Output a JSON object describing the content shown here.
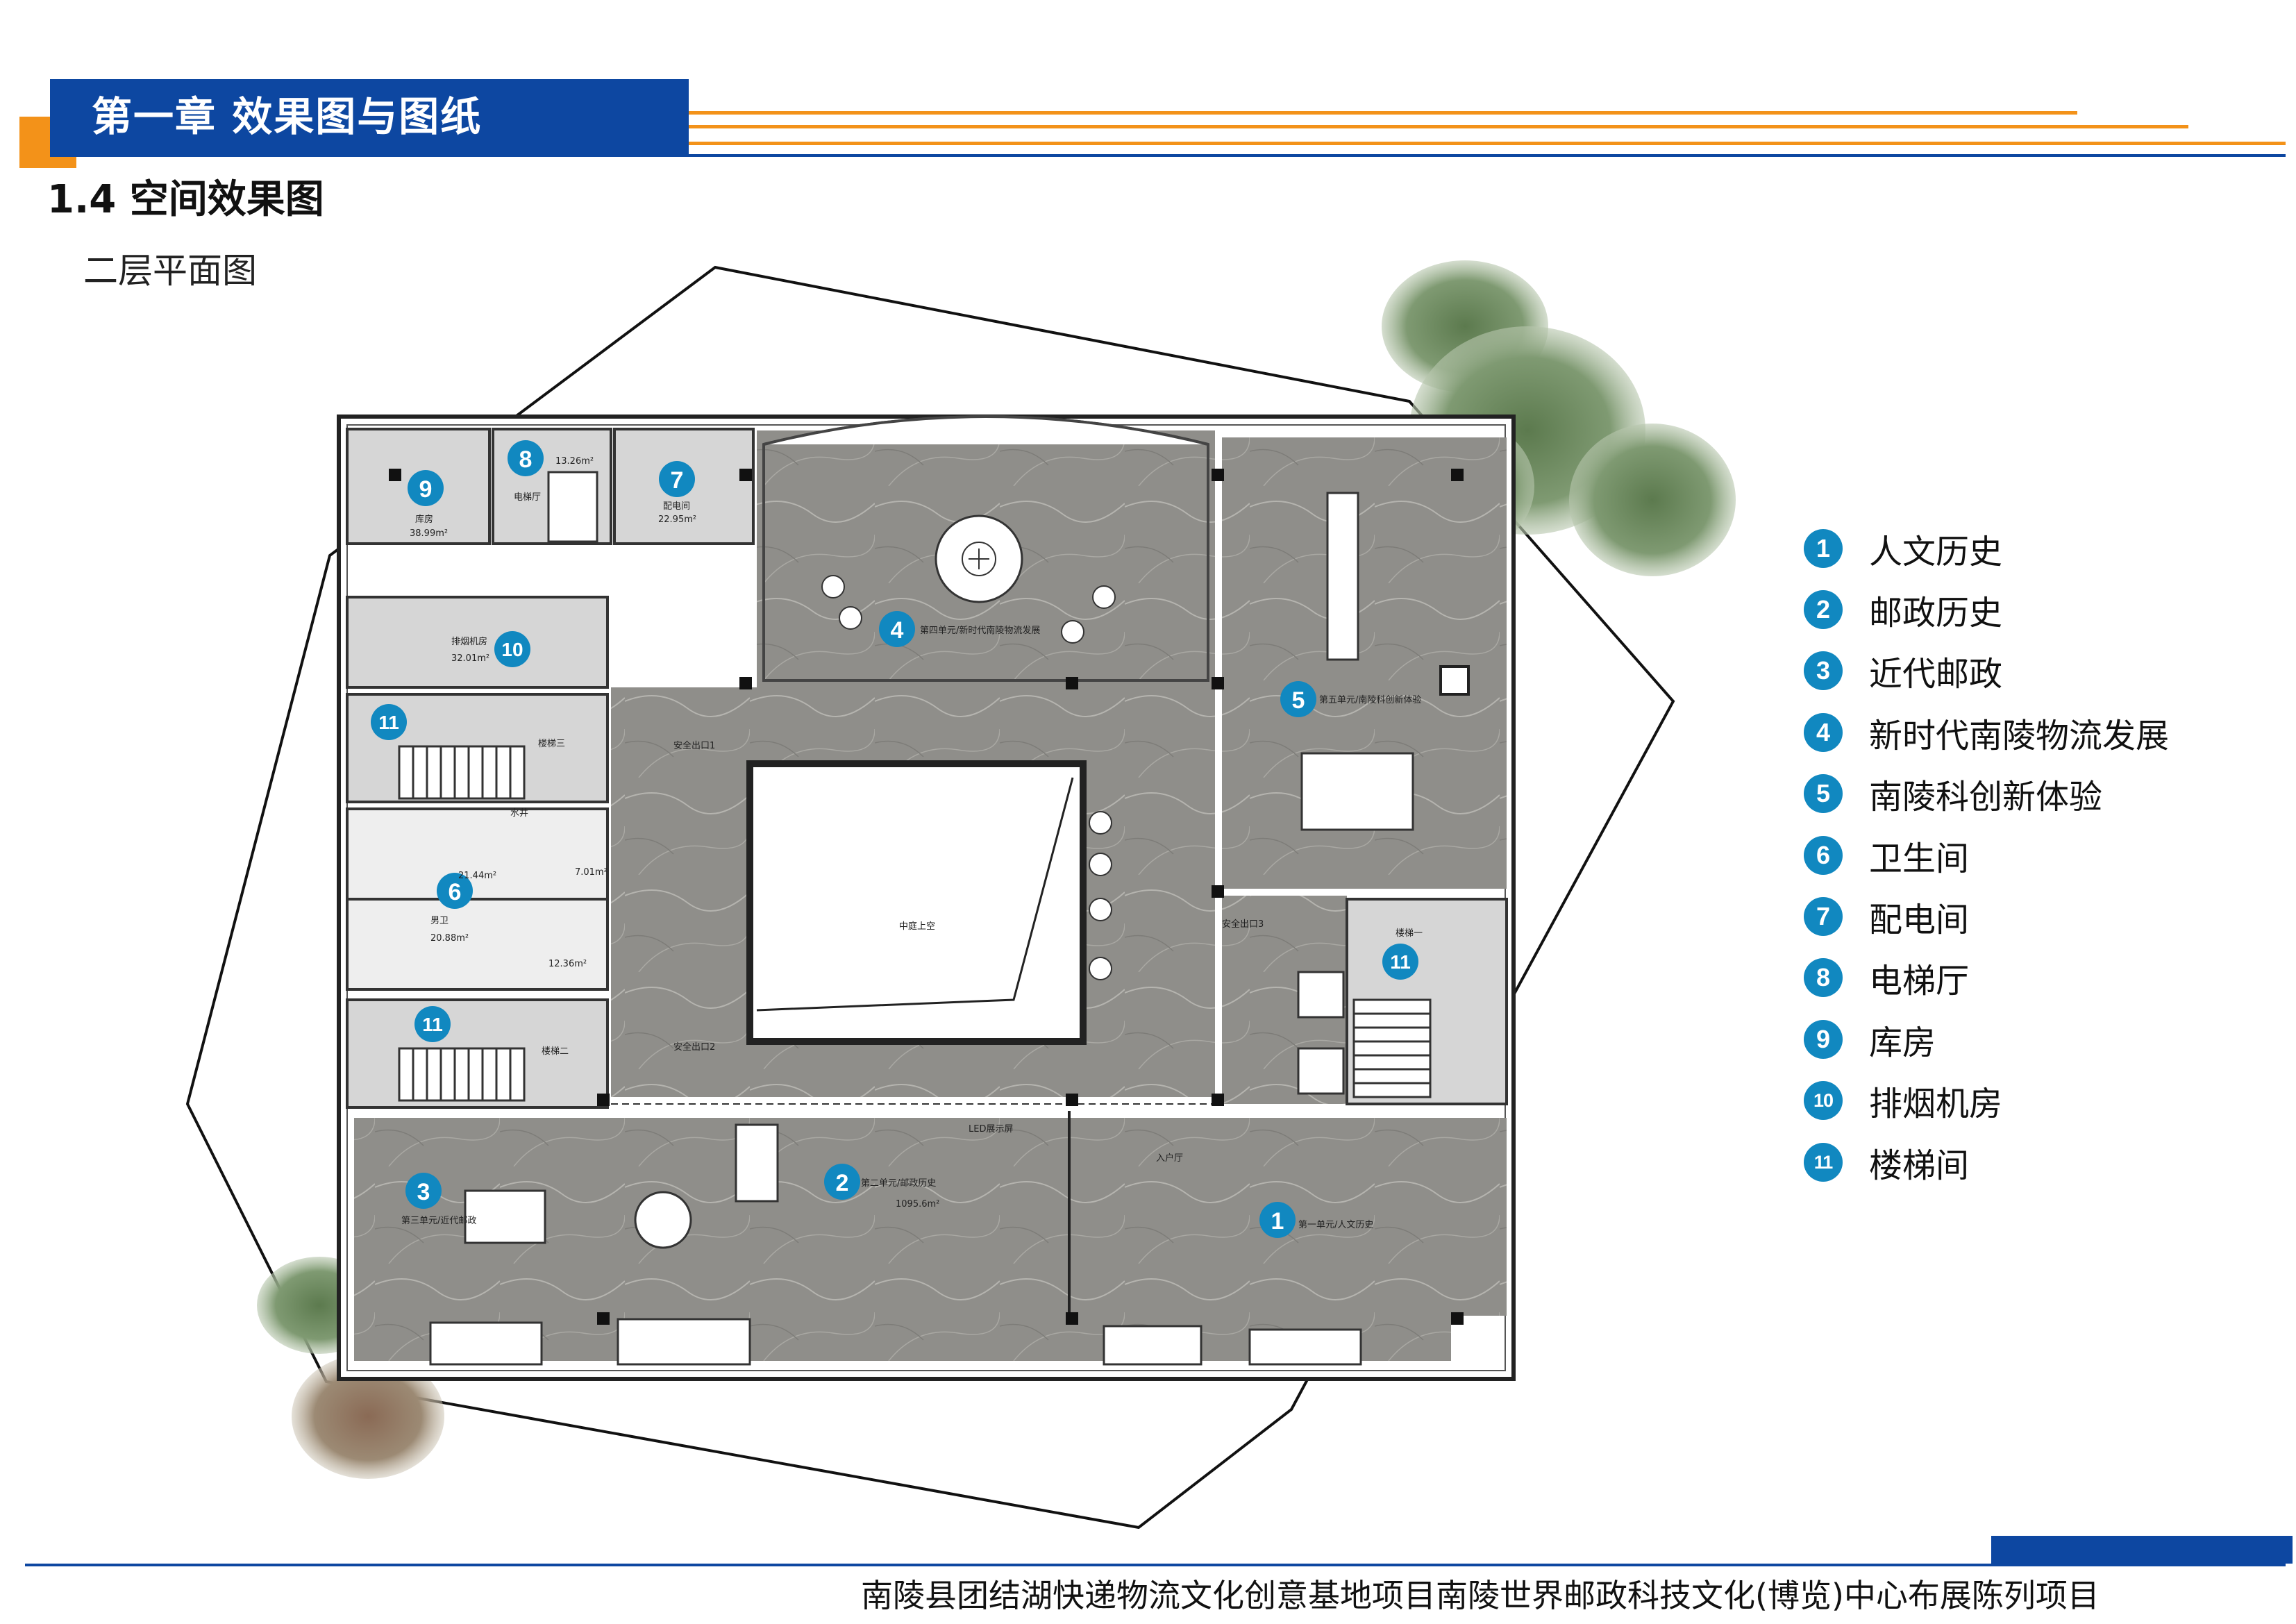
{
  "header": {
    "chapter_title": "第一章 效果图与图纸",
    "section_title": "1.4 空间效果图",
    "subtitle": "二层平面图"
  },
  "colors": {
    "primary_blue": "#0d47a1",
    "accent_orange": "#f39219",
    "marker_blue": "#1188c0",
    "floor_gray": "#8f8e8a",
    "room_gray": "#d6d6d6"
  },
  "legend": [
    {
      "num": "1",
      "label": "人文历史"
    },
    {
      "num": "2",
      "label": "邮政历史"
    },
    {
      "num": "3",
      "label": "近代邮政"
    },
    {
      "num": "4",
      "label": "新时代南陵物流发展"
    },
    {
      "num": "5",
      "label": "南陵科创新体验"
    },
    {
      "num": "6",
      "label": "卫生间"
    },
    {
      "num": "7",
      "label": "配电间"
    },
    {
      "num": "8",
      "label": "电梯厅"
    },
    {
      "num": "9",
      "label": "库房"
    },
    {
      "num": "10",
      "label": "排烟机房"
    },
    {
      "num": "11",
      "label": "楼梯间"
    }
  ],
  "plan": {
    "markers": [
      "1",
      "2",
      "3",
      "4",
      "5",
      "6",
      "7",
      "8",
      "9",
      "10",
      "11",
      "11",
      "11"
    ],
    "rooms": {
      "storage_name": "库房",
      "storage_area": "38.99m²",
      "elevator_area": "13.26m²",
      "elevator_name": "电梯厅",
      "power_name": "配电间",
      "power_area": "22.95m²",
      "smoke_name": "排烟机房",
      "smoke_area": "32.01m²",
      "female_area": "21.44m²",
      "male_name": "男卫",
      "male_area": "20.88m²",
      "wc_small_1": "7.01m²",
      "wc_small_2": "12.36m²",
      "water_well": "水井",
      "stair_3": "楼梯三",
      "stair_2": "楼梯二",
      "stair_1": "楼梯一",
      "atrium": "中庭上空",
      "exit_1": "安全出口1",
      "exit_2": "安全出口2",
      "exit_3": "安全出口3",
      "zone_1": "第一单元/人文历史",
      "zone_2": "第二单元/邮政历史",
      "zone_3": "第三单元/近代邮政",
      "zone_4": "第四单元/新时代南陵物流发展",
      "zone_5": "第五单元/南陵科创新体验",
      "led_label": "LED展示屏",
      "entrance_label": "入户厅",
      "area_total": "1095.6m²"
    }
  },
  "footer": {
    "text": "南陵县团结湖快递物流文化创意基地项目南陵世界邮政科技文化(博览)中心布展陈列项目"
  }
}
